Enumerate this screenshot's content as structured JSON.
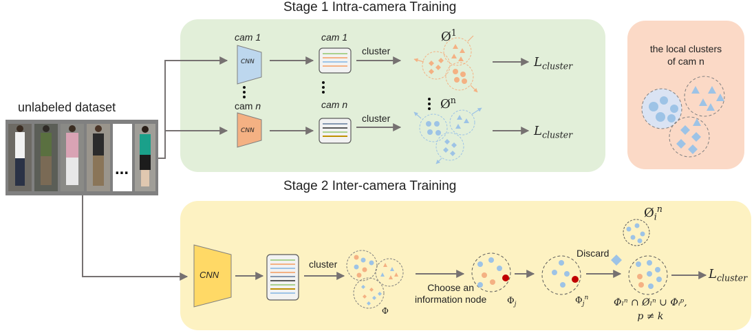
{
  "stage1": {
    "title": "Stage 1 Intra-camera Training"
  },
  "stage2": {
    "title": "Stage 2 Inter-camera Training"
  },
  "dataset": {
    "label": "unlabeled dataset",
    "ellipsis": "..."
  },
  "cam1": {
    "label": "cam 1",
    "cnn": "CNN",
    "feat_label": "cam 1",
    "cluster": "cluster",
    "set_label": "Ø",
    "set_sup": "1",
    "loss": "L",
    "loss_sub": "cluster"
  },
  "camn": {
    "label_prefix": "cam ",
    "label_var": "n",
    "cnn": "CNN",
    "feat_label": "cam n",
    "cluster": "cluster",
    "set_label": "Ø",
    "set_sup": "n",
    "loss": "L",
    "loss_sub": "cluster"
  },
  "local": {
    "line1": "the local clusters",
    "line2": "of cam n"
  },
  "stage2_flow": {
    "cnn": "CNN",
    "cluster": "cluster",
    "phi": "Φ",
    "choose_line1": "Choose an",
    "choose_line2": "information node",
    "phi_j": "Φ",
    "phi_j_sub": "j",
    "phi_jn": "Φ",
    "phi_jn_sub": "j",
    "phi_jn_sup": "n",
    "discard": "Discard",
    "set_top": "Ø",
    "set_top_sub": "i",
    "set_top_sup": "n",
    "formula_line1": "Φₗⁿ ∩ Øₗⁿ ∪ Φᵢᵖ,",
    "formula_line2": "p ≠ k",
    "loss": "L",
    "loss_sub": "cluster"
  },
  "colors": {
    "stage1_bg": "#e3efd9",
    "stage2_bg": "#fdf2c3",
    "local_bg": "#fbdccb",
    "blue": "#9dc3e6",
    "orange": "#f4b183",
    "red": "#c00000",
    "arrow": "#767171"
  }
}
